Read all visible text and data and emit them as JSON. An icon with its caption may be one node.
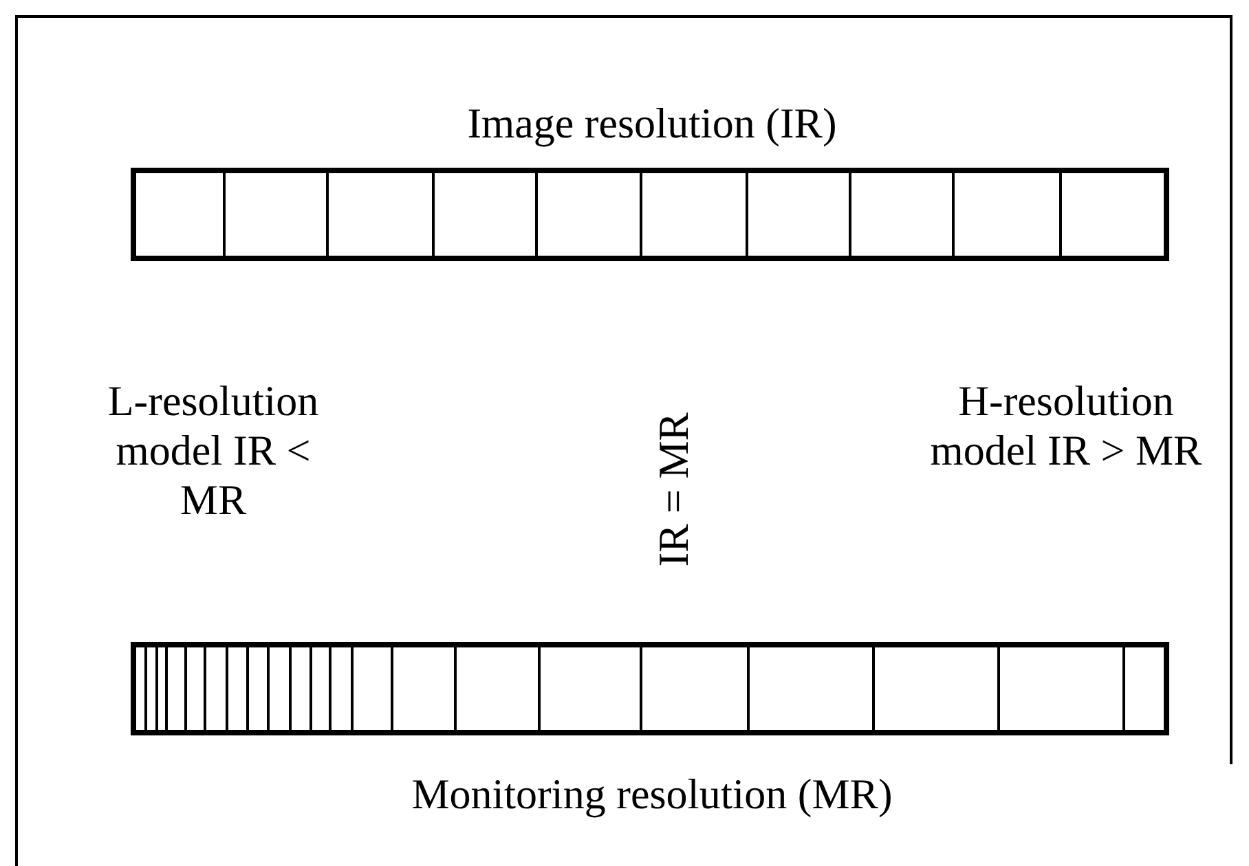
{
  "diagram": {
    "labels": [
      "Image resolution (IR)",
      "L-resolution model IR < MR",
      "IR = MR",
      "H-resolution model IR > MR",
      "Monitoring resolution (MR)"
    ]
  }
}
